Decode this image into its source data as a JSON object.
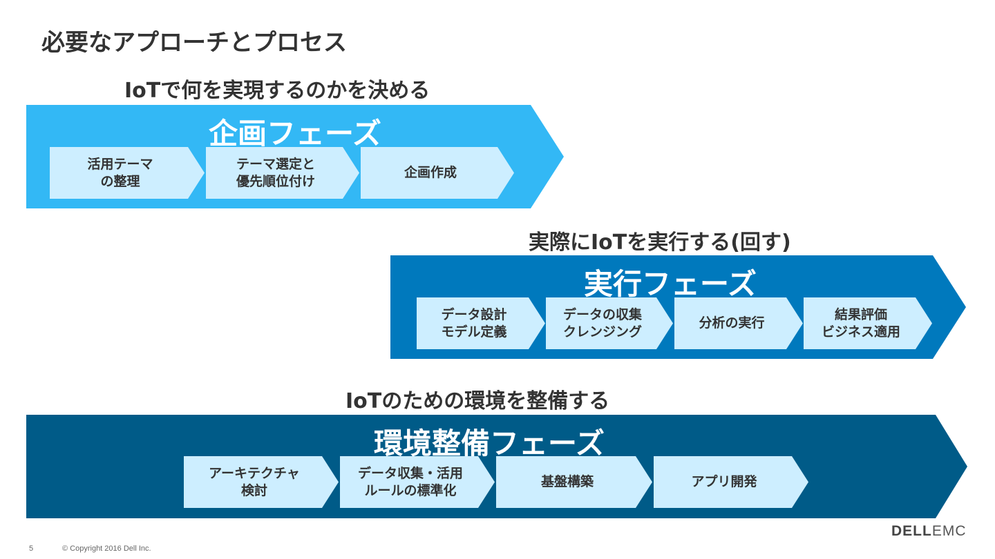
{
  "slide": {
    "title": "必要なアプローチとプロセス",
    "page_number": "5",
    "copyright": "© Copyright 2016 Dell Inc.",
    "logo": {
      "bold": "DELL",
      "light": "EMC"
    }
  },
  "phases": [
    {
      "subtitle": "IoTで何を実現するのかを決める",
      "name": "企画フェーズ",
      "color": "#33b8f5",
      "steps": [
        "活用テーマ\nの整理",
        "テーマ選定と\n優先順位付け",
        "企画作成"
      ]
    },
    {
      "subtitle": "実際にIoTを実行する(回す)",
      "name": "実行フェーズ",
      "color": "#0079bd",
      "steps": [
        "データ設計\nモデル定義",
        "データの収集\nクレンジング",
        "分析の実行",
        "結果評価\nビジネス適用"
      ]
    },
    {
      "subtitle": "IoTのための環境を整備する",
      "name": "環境整備フェーズ",
      "color": "#005b88",
      "steps": [
        "アーキテクチャ\n検討",
        "データ収集・活用\nルールの標準化",
        "基盤構築",
        "アプリ開発"
      ]
    }
  ],
  "colors": {
    "step_fill": "#cdeeff",
    "text": "#333333"
  }
}
